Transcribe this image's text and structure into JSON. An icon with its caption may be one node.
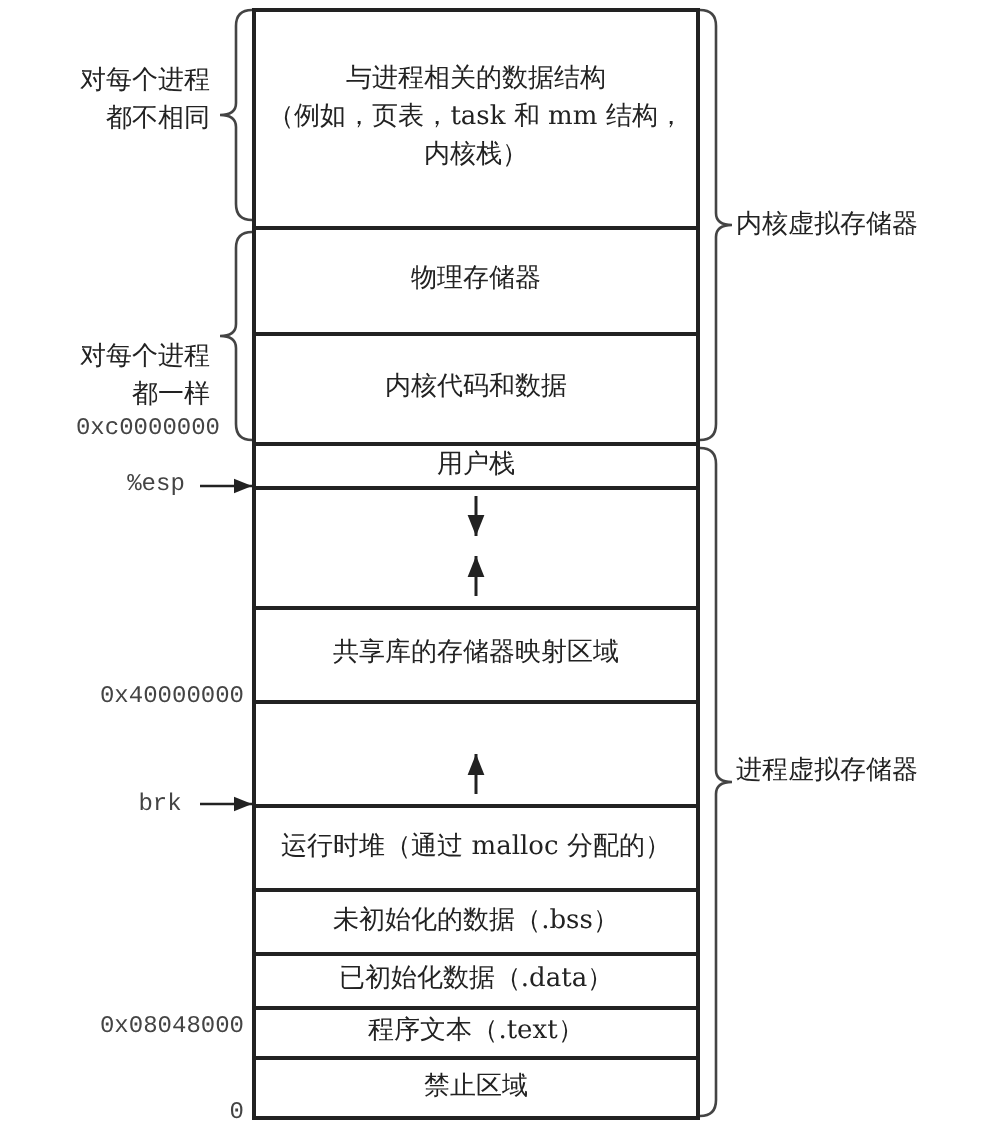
{
  "diagram": {
    "nodes": [
      {
        "text": [
          "与进程相关的数据结构",
          "（例如，页表，task 和 mm 结构，内核栈）"
        ]
      },
      {
        "text": [
          "物理存储器"
        ]
      },
      {
        "text": [
          "内核代码和数据"
        ]
      },
      {
        "text": [
          "用户栈"
        ]
      },
      {
        "text": [],
        "shape": "box"
      },
      {
        "text": [
          "共享库的存储器映射区域"
        ]
      },
      {
        "text": [],
        "shape": "box"
      },
      {
        "text": [
          "运行时堆（通过 malloc 分配的）"
        ]
      },
      {
        "text": [
          "未初始化的数据（.bss）"
        ]
      },
      {
        "text": [
          "已初始化数据（.data）"
        ]
      },
      {
        "text": [
          "程序文本（.text）"
        ]
      },
      {
        "text": [
          "禁止区域"
        ]
      },
      {
        "text": [
          "%esp"
        ]
      },
      {
        "text": [
          "brk"
        ]
      }
    ],
    "edges": [
      {
        "from": 12,
        "to": 4,
        "arrow": "to"
      },
      {
        "from": 13,
        "to": 7,
        "arrow": "to"
      }
    ],
    "labels": [
      "对每个进程都不相同",
      "内核虚拟存储器",
      "对每个进程都一样",
      "0xc0000000",
      "0x40000000",
      "进程虚拟存储器",
      "0x08048000",
      "0"
    ]
  }
}
